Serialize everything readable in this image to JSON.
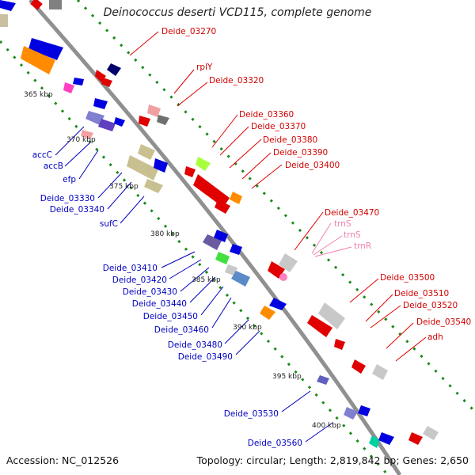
{
  "title": "Deinococcus deserti VCD115, complete genome",
  "footer": {
    "accession": "Accession: NC_012526",
    "topology": "Topology: circular; Length: 2,819,842 bp; Genes: 2,650"
  },
  "colors": {
    "backbone": "#8c8c8c",
    "dots": "#1a8a1a",
    "forward_label": "#d00000",
    "reverse_label": "#0000c0",
    "rna_label": "#f080b0",
    "scale_text": "#222222"
  },
  "scale_ticks": [
    "365 kbp",
    "370 kbp",
    "375 kbp",
    "380 kbp",
    "385 kbp",
    "390 kbp",
    "395 kbp",
    "400 kbp"
  ],
  "forward_labels": [
    "Deide_03270",
    "rplY",
    "Deide_03320",
    "Deide_03360",
    "Deide_03370",
    "Deide_03380",
    "Deide_03390",
    "Deide_03400",
    "Deide_03470",
    "Deide_03500",
    "Deide_03510",
    "Deide_03520",
    "Deide_03540",
    "adh"
  ],
  "rna_labels": [
    "trnS",
    "trnS",
    "trnR"
  ],
  "reverse_labels": [
    "accC",
    "accB",
    "efp",
    "Deide_03330",
    "Deide_03340",
    "sufC",
    "Deide_03410",
    "Deide_03420",
    "Deide_03430",
    "Deide_03440",
    "Deide_03450",
    "Deide_03460",
    "Deide_03480",
    "Deide_03490",
    "Deide_03530",
    "Deide_03560"
  ]
}
